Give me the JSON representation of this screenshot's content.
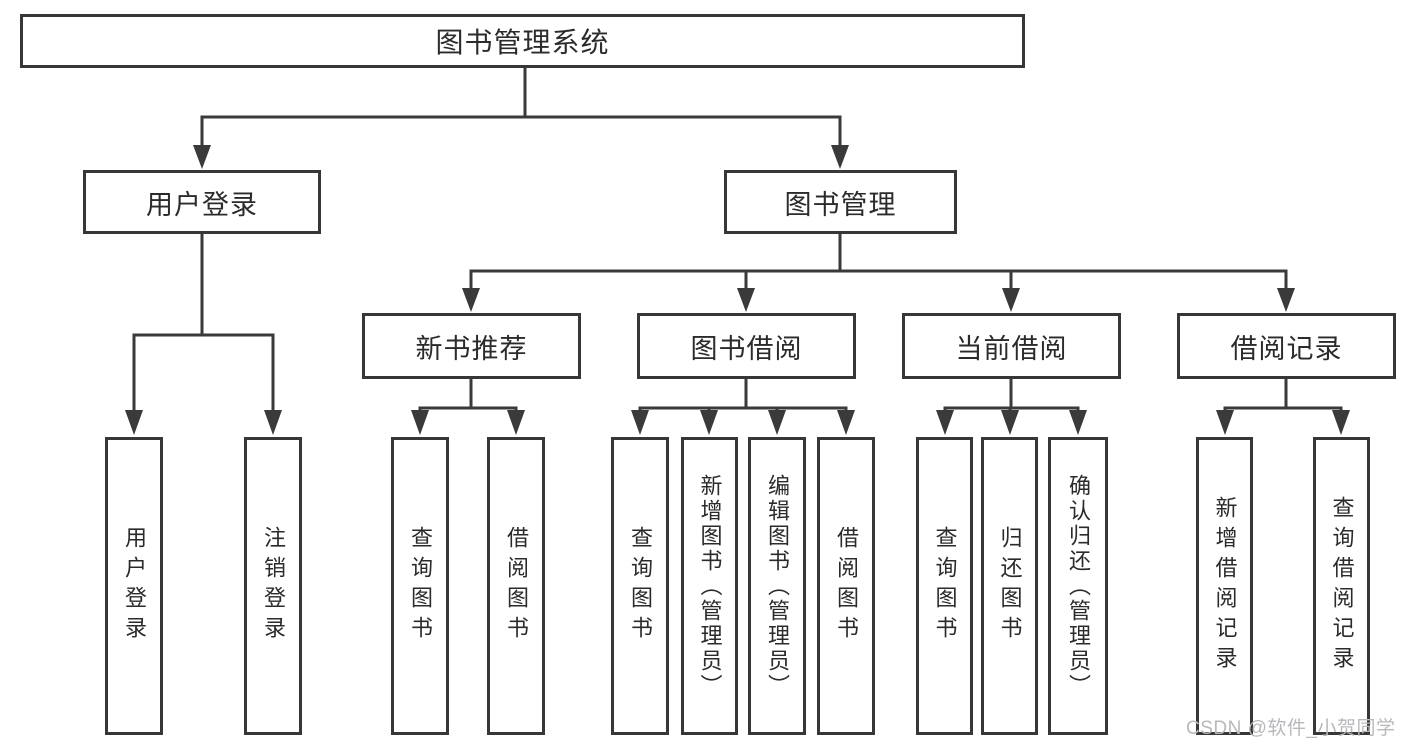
{
  "tree": {
    "label": "图书管理系统",
    "children": [
      {
        "label": "用户登录",
        "children": [
          {
            "label": "用户登录"
          },
          {
            "label": "注销登录"
          }
        ]
      },
      {
        "label": "图书管理",
        "children": [
          {
            "label": "新书推荐",
            "children": [
              {
                "label": "查询图书"
              },
              {
                "label": "借阅图书"
              }
            ]
          },
          {
            "label": "图书借阅",
            "children": [
              {
                "label": "查询图书"
              },
              {
                "label": "新增图书（管理员）"
              },
              {
                "label": "编辑图书（管理员）"
              },
              {
                "label": "借阅图书"
              }
            ]
          },
          {
            "label": "当前借阅",
            "children": [
              {
                "label": "查询图书"
              },
              {
                "label": "归还图书"
              },
              {
                "label": "确认归还（管理员）"
              }
            ]
          },
          {
            "label": "借阅记录",
            "children": [
              {
                "label": "新增借阅记录"
              },
              {
                "label": "查询借阅记录"
              }
            ]
          }
        ]
      }
    ]
  },
  "watermark": {
    "text": "CSDN @软件_小贺同学"
  },
  "colors": {
    "line": "#3a3a3a",
    "box_border": "#373737",
    "text": "#2b2b2b",
    "background": "#ffffff",
    "watermark": "#b9b9bd"
  }
}
